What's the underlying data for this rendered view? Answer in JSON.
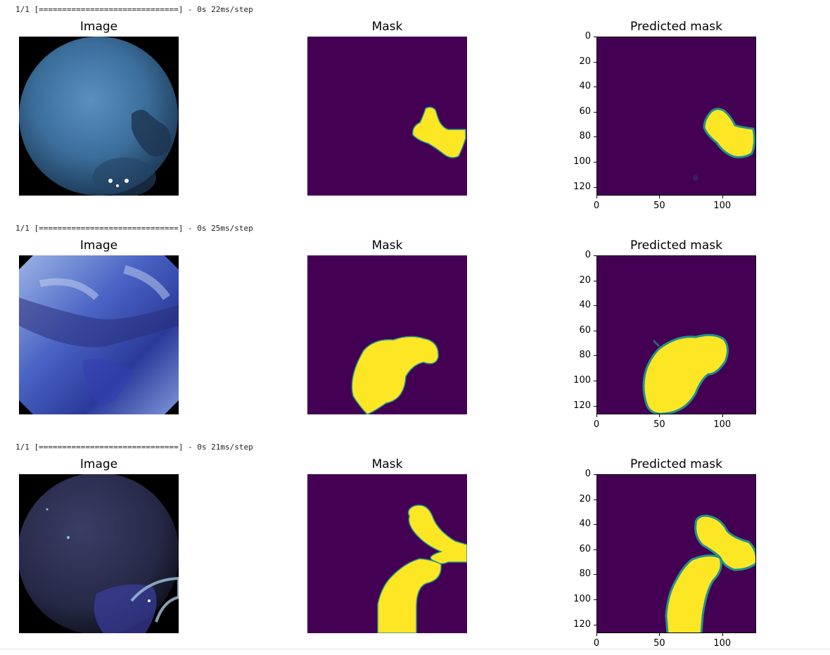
{
  "rows": [
    {
      "log": "1/1 [==============================] - 0s 22ms/step",
      "image_title": "Image",
      "mask_title": "Mask",
      "pred_title": "Predicted mask"
    },
    {
      "log": "1/1 [==============================] - 0s 25ms/step",
      "image_title": "Image",
      "mask_title": "Mask",
      "pred_title": "Predicted mask"
    },
    {
      "log": "1/1 [==============================] - 0s 21ms/step",
      "image_title": "Image",
      "mask_title": "Mask",
      "pred_title": "Predicted mask"
    }
  ],
  "axes": {
    "y_ticks": [
      "0",
      "20",
      "40",
      "60",
      "80",
      "100",
      "120"
    ],
    "x_ticks": [
      "0",
      "50",
      "100"
    ],
    "y_values": [
      0,
      20,
      40,
      60,
      80,
      100,
      120
    ],
    "x_values": [
      0,
      50,
      100
    ],
    "range": [
      0,
      127
    ]
  },
  "colors": {
    "mask_background": "#440154",
    "mask_foreground": "#fde725",
    "mask_edge": "#21918c"
  }
}
